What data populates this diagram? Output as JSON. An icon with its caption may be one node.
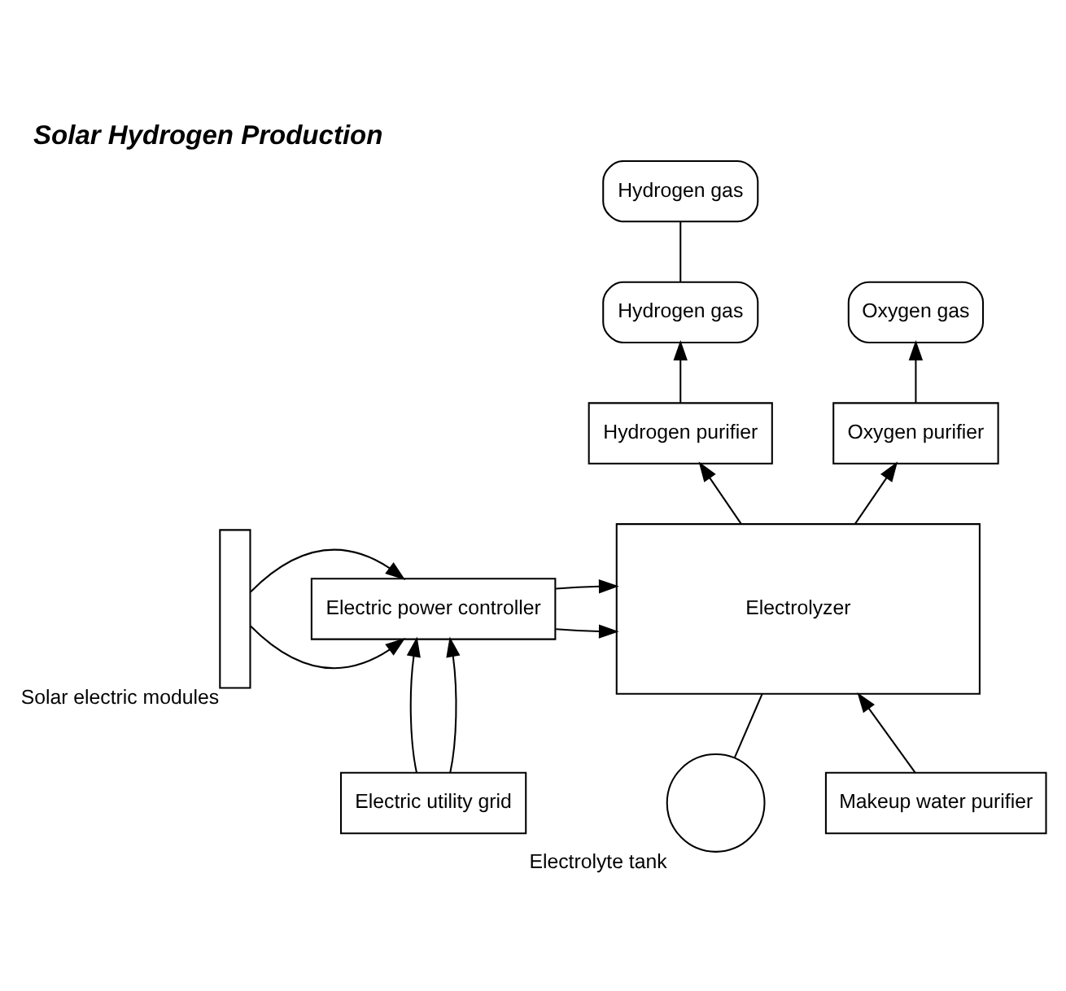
{
  "diagram": {
    "title": "Solar Hydrogen Production",
    "nodes": [
      {
        "text": [
          "Hydrogen gas"
        ]
      },
      {
        "text": [
          "Hydrogen gas"
        ]
      },
      {
        "text": [
          "Oxygen gas"
        ]
      },
      {
        "text": [
          "Hydrogen purifier"
        ]
      },
      {
        "text": [
          "Oxygen purifier"
        ]
      },
      {
        "text": [],
        "shape": "bar",
        "beside": [
          "Solar electric modules"
        ]
      },
      {
        "text": [
          "Electric power controller"
        ]
      },
      {
        "text": [
          "Electrolyzer"
        ]
      },
      {
        "text": [
          "Electric utility grid"
        ]
      },
      {
        "text": [],
        "shape": "circle",
        "beside": [
          "Electrolyte tank"
        ]
      },
      {
        "text": [
          "Makeup water purifier"
        ]
      }
    ],
    "edges": [
      {
        "from": 1,
        "to": 0,
        "arrow": "none"
      },
      {
        "from": 3,
        "to": 1,
        "arrow": "to"
      },
      {
        "from": 4,
        "to": 2,
        "arrow": "to"
      },
      {
        "from": 7,
        "to": 3,
        "arrow": "to"
      },
      {
        "from": 7,
        "to": 4,
        "arrow": "to"
      },
      {
        "from": 5,
        "to": 6,
        "arrow": "to"
      },
      {
        "from": 5,
        "to": 6,
        "arrow": "to"
      },
      {
        "from": 6,
        "to": 7,
        "arrow": "to"
      },
      {
        "from": 6,
        "to": 7,
        "arrow": "to"
      },
      {
        "from": 8,
        "to": 6,
        "arrow": "to"
      },
      {
        "from": 8,
        "to": 6,
        "arrow": "to"
      },
      {
        "from": 9,
        "to": 7,
        "arrow": "none"
      },
      {
        "from": 10,
        "to": 7,
        "arrow": "to"
      }
    ]
  }
}
